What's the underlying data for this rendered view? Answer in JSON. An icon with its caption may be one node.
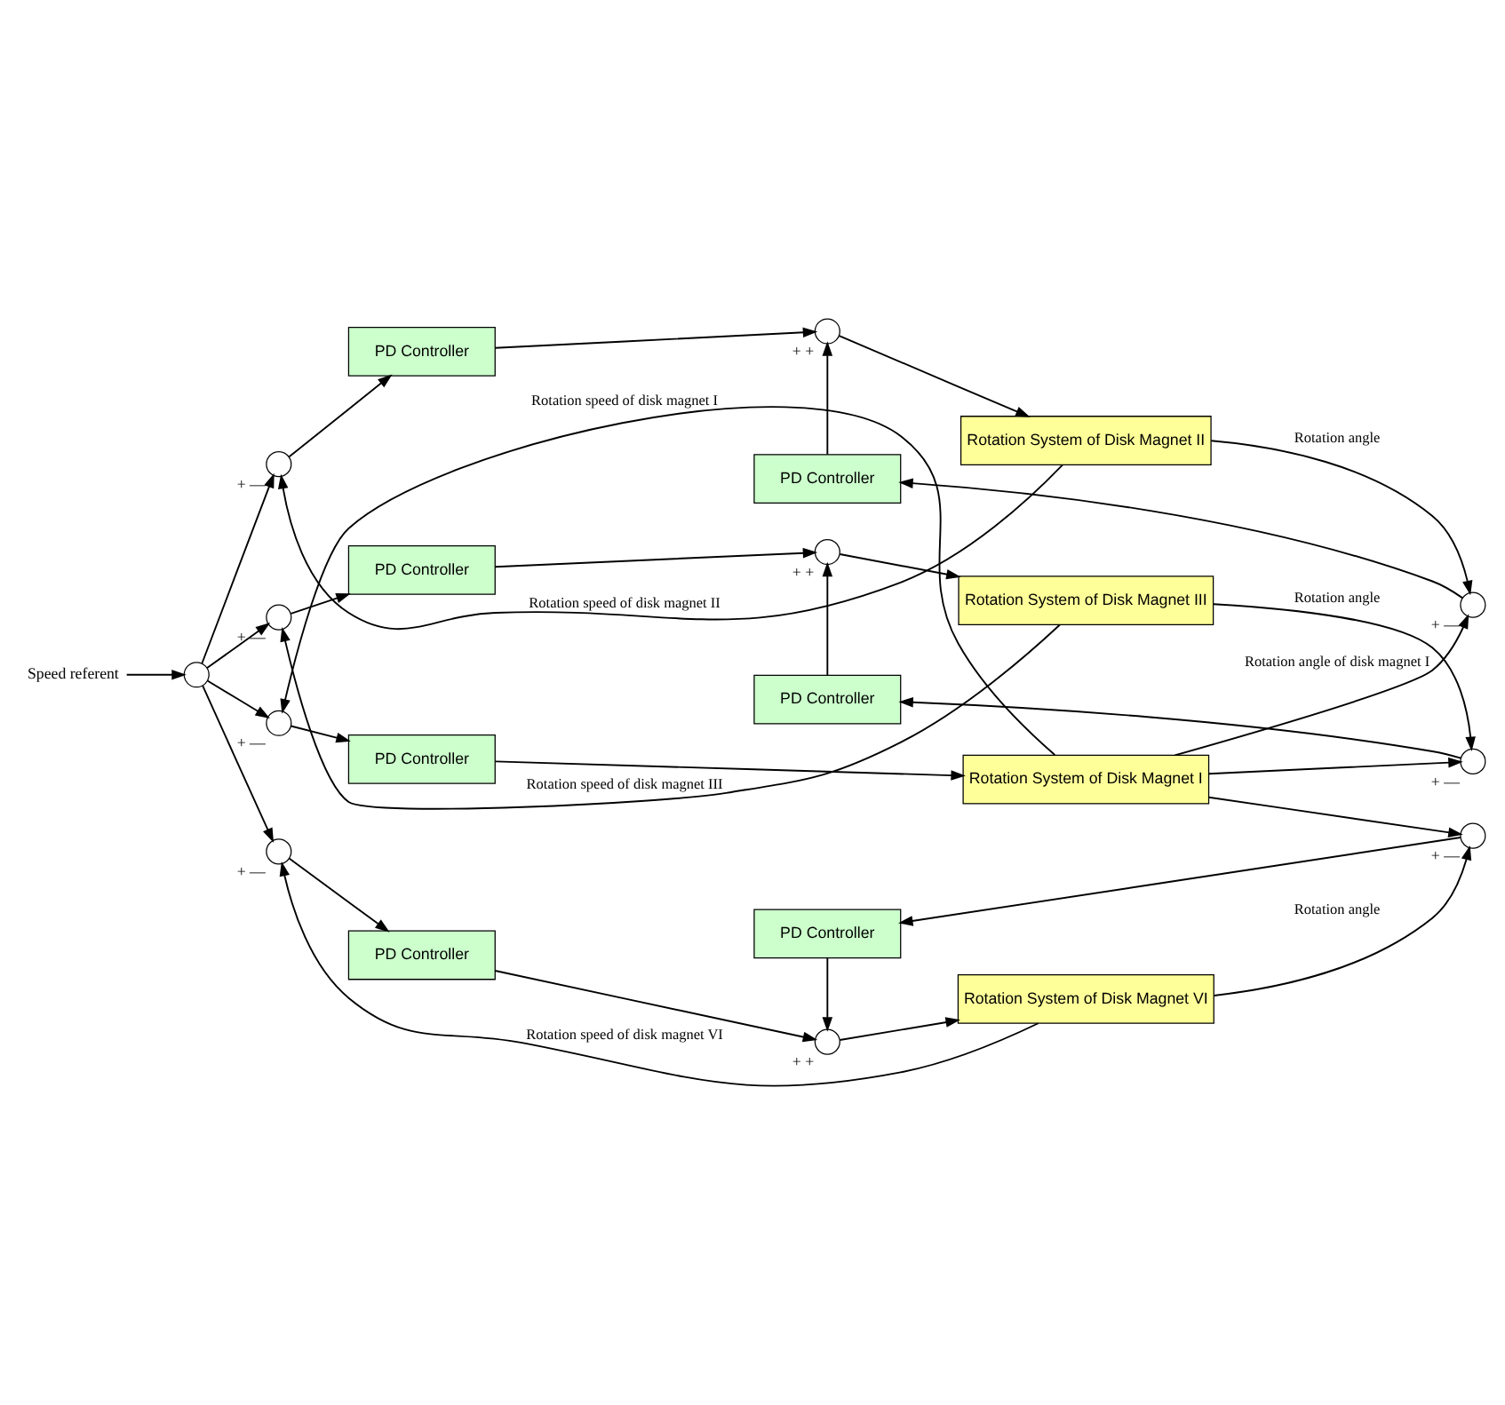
{
  "diagram": {
    "nodes": [
      {
        "text": [
          "Speed referent"
        ]
      },
      {
        "text": [],
        "shape": "circle"
      },
      {
        "text": [],
        "shape": "circle",
        "beside": [
          "+",
          "—"
        ]
      },
      {
        "text": [
          "PD Controller"
        ]
      },
      {
        "text": [
          "Rotation System of Disk Magnet I"
        ]
      },
      {
        "text": [
          "PD Controller"
        ]
      },
      {
        "text": [],
        "shape": "circle",
        "beside": [
          "+",
          "—"
        ]
      },
      {
        "text": [],
        "shape": "circle",
        "beside": [
          "+",
          "—"
        ]
      },
      {
        "text": [
          "PD Controller"
        ]
      },
      {
        "text": [],
        "shape": "circle",
        "beside": [
          "+",
          "+"
        ]
      },
      {
        "text": [
          "Rotation System of Disk Magnet II"
        ]
      },
      {
        "text": [
          "PD Controller"
        ]
      },
      {
        "text": [],
        "shape": "circle",
        "beside": [
          "+",
          "—"
        ]
      },
      {
        "text": [],
        "shape": "circle",
        "beside": [
          "+",
          "—"
        ]
      },
      {
        "text": [
          "PD Controller"
        ]
      },
      {
        "text": [],
        "shape": "circle",
        "beside": [
          "+",
          "+"
        ]
      },
      {
        "text": [
          "Rotation System of Disk Magnet III"
        ]
      },
      {
        "text": [
          "PD Controller"
        ]
      },
      {
        "text": [],
        "shape": "circle",
        "beside": [
          "+",
          "—"
        ]
      },
      {
        "text": [],
        "shape": "circle",
        "beside": [
          "+",
          "—"
        ]
      },
      {
        "text": [
          "PD Controller"
        ]
      },
      {
        "text": [],
        "shape": "circle",
        "beside": [
          "+",
          "+"
        ]
      },
      {
        "text": [
          "Rotation System of Disk Magnet VI"
        ]
      }
    ],
    "edges": [
      {
        "from": 0,
        "to": 1,
        "arrow": "to"
      },
      {
        "from": 1,
        "to": 2,
        "arrow": "to"
      },
      {
        "from": 1,
        "to": 7,
        "arrow": "to"
      },
      {
        "from": 1,
        "to": 13,
        "arrow": "to"
      },
      {
        "from": 1,
        "to": 19,
        "arrow": "to"
      },
      {
        "from": 2,
        "to": 3,
        "arrow": "to"
      },
      {
        "from": 3,
        "to": 4,
        "arrow": "to"
      },
      {
        "from": 4,
        "to": 2,
        "arrow": "to",
        "label": "Rotation speed of disk magnet I"
      },
      {
        "from": 4,
        "to": 6,
        "arrow": "to",
        "label": "Rotation angle of disk magnet I"
      },
      {
        "from": 4,
        "to": 12,
        "arrow": "to"
      },
      {
        "from": 4,
        "to": 18,
        "arrow": "to"
      },
      {
        "from": 6,
        "to": 5,
        "arrow": "to"
      },
      {
        "from": 5,
        "to": 9,
        "arrow": "to"
      },
      {
        "from": 7,
        "to": 8,
        "arrow": "to"
      },
      {
        "from": 8,
        "to": 9,
        "arrow": "to"
      },
      {
        "from": 9,
        "to": 10,
        "arrow": "to"
      },
      {
        "from": 10,
        "to": 6,
        "arrow": "to",
        "label": "Rotation angle"
      },
      {
        "from": 10,
        "to": 7,
        "arrow": "to",
        "label": "Rotation speed of disk magnet II"
      },
      {
        "from": 12,
        "to": 11,
        "arrow": "to"
      },
      {
        "from": 11,
        "to": 15,
        "arrow": "to"
      },
      {
        "from": 13,
        "to": 14,
        "arrow": "to"
      },
      {
        "from": 14,
        "to": 15,
        "arrow": "to"
      },
      {
        "from": 15,
        "to": 16,
        "arrow": "to"
      },
      {
        "from": 16,
        "to": 12,
        "arrow": "to",
        "label": "Rotation angle"
      },
      {
        "from": 16,
        "to": 13,
        "arrow": "to",
        "label": "Rotation speed of disk magnet III"
      },
      {
        "from": 18,
        "to": 17,
        "arrow": "to"
      },
      {
        "from": 17,
        "to": 21,
        "arrow": "to"
      },
      {
        "from": 19,
        "to": 20,
        "arrow": "to"
      },
      {
        "from": 20,
        "to": 21,
        "arrow": "to"
      },
      {
        "from": 21,
        "to": 22,
        "arrow": "to"
      },
      {
        "from": 22,
        "to": 18,
        "arrow": "to",
        "label": "Rotation angle"
      },
      {
        "from": 22,
        "to": 19,
        "arrow": "to",
        "label": "Rotation speed of disk magnet VI"
      }
    ]
  }
}
